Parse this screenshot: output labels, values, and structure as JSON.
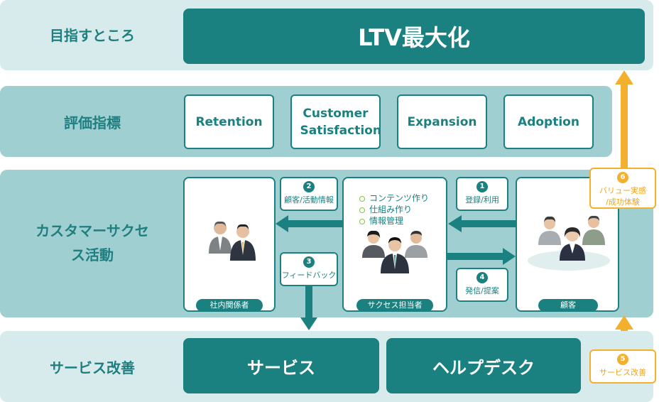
{
  "bands": {
    "goal": {
      "label": "目指すところ",
      "box": "LTV最大化"
    },
    "metrics": {
      "label": "評価指標",
      "items": [
        "Retention",
        "Customer Satisfaction",
        "Expansion",
        "Adoption"
      ]
    },
    "activity": {
      "label": "カスタマーサクセス活動"
    },
    "improvement": {
      "label": "サービス改善",
      "boxes": [
        "サービス",
        "ヘルプデスク"
      ]
    }
  },
  "cards": {
    "internal": {
      "tag": "社内関係者"
    },
    "success": {
      "tag": "サクセス担当者",
      "tasks": [
        "コンテンツ作り",
        "仕組み作り",
        "情報管理"
      ]
    },
    "customer": {
      "tag": "顧客"
    }
  },
  "steps": [
    {
      "num": "1",
      "label": "登録/利用"
    },
    {
      "num": "2",
      "label": "顧客/活動情報"
    },
    {
      "num": "3",
      "label": "フィードバック"
    },
    {
      "num": "4",
      "label": "発信/提案"
    }
  ],
  "orange_steps": [
    {
      "num": "5",
      "label": "サービス改善"
    },
    {
      "num": "6",
      "label_line1": "バリュー実感",
      "label_line2": "/成功体験"
    }
  ],
  "colors": {
    "teal": "#1a8180",
    "light_band": "#d8ebec",
    "mid_band": "#9fcfd0",
    "orange": "#f2b02e"
  }
}
